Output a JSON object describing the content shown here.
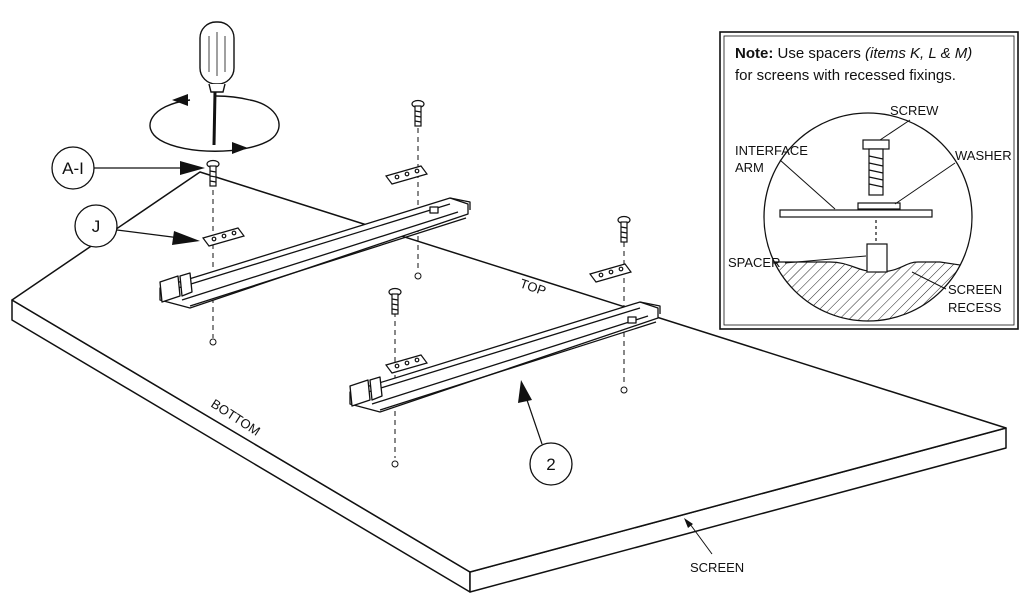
{
  "callouts": {
    "a_i": "A-I",
    "j": "J",
    "two": "2"
  },
  "labels": {
    "top": "TOP",
    "bottom": "BOTTOM",
    "screen": "SCREEN"
  },
  "note": {
    "bold": "Note:",
    "text1": " Use spacers ",
    "italic": "(items K, L & M)",
    "line2": "for screens with recessed fixings.",
    "screw": "SCREW",
    "washer": "WASHER",
    "interface_line1": "INTERFACE",
    "interface_line2": "ARM",
    "spacer": "SPACER",
    "screen_line1": "SCREEN",
    "screen_line2": "RECESS"
  }
}
